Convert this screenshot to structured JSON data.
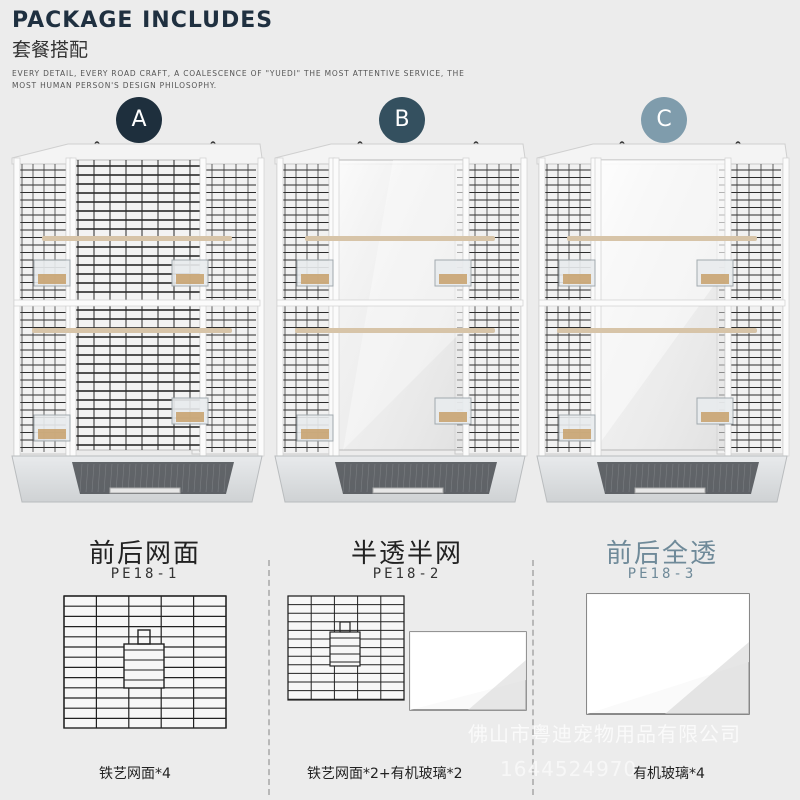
{
  "header": {
    "title": "PACKAGE INCLUDES",
    "subtitle": "套餐搭配",
    "description": "EVERY DETAIL, EVERY ROAD CRAFT, A COALESCENCE OF \"YUEDI\" THE MOST ATTENTIVE SERVICE, THE MOST HUMAN PERSON'S DESIGN PHILOSOPHY."
  },
  "colors": {
    "badge_a": "#1e2f3d",
    "badge_b": "#34505f",
    "badge_c": "#7f9cac",
    "title_c": "#6f8a99"
  },
  "variants": [
    {
      "badge": "A",
      "title": "前后网面",
      "model": "PE18-1",
      "panel_label": "铁艺网面*4"
    },
    {
      "badge": "B",
      "title": "半透半网",
      "model": "PE18-2",
      "panel_label": "铁艺网面*2+有机玻璃*2"
    },
    {
      "badge": "C",
      "title": "前后全透",
      "model": "PE18-3",
      "panel_label": "有机玻璃*4"
    }
  ],
  "watermark": {
    "line1": "佛山市粤迪宠物用品有限公司",
    "line2": "1644524970"
  }
}
